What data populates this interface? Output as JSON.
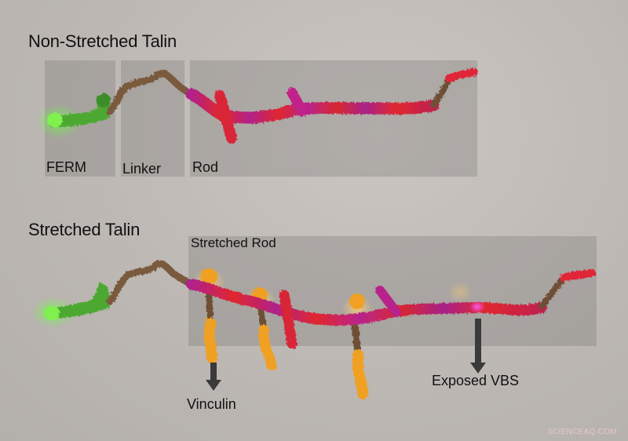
{
  "top": {
    "title": "Non-Stretched Talin",
    "panels": [
      {
        "label": "FERM"
      },
      {
        "label": "Linker"
      },
      {
        "label": "Rod"
      }
    ]
  },
  "bottom": {
    "title": "Stretched Talin",
    "panel_label": "Stretched Rod",
    "callouts": {
      "vinculin": "Vinculin",
      "exposed_vbs": "Exposed VBS"
    }
  },
  "colors": {
    "ferm": "#5fbf3a",
    "linker": "#7a5a3c",
    "rod_red": "#e0282e",
    "rod_magenta": "#b0208a",
    "vinculin": "#f0a020",
    "arrow": "#3a3a3a"
  },
  "watermark": "SCIENCEAQ.COM"
}
